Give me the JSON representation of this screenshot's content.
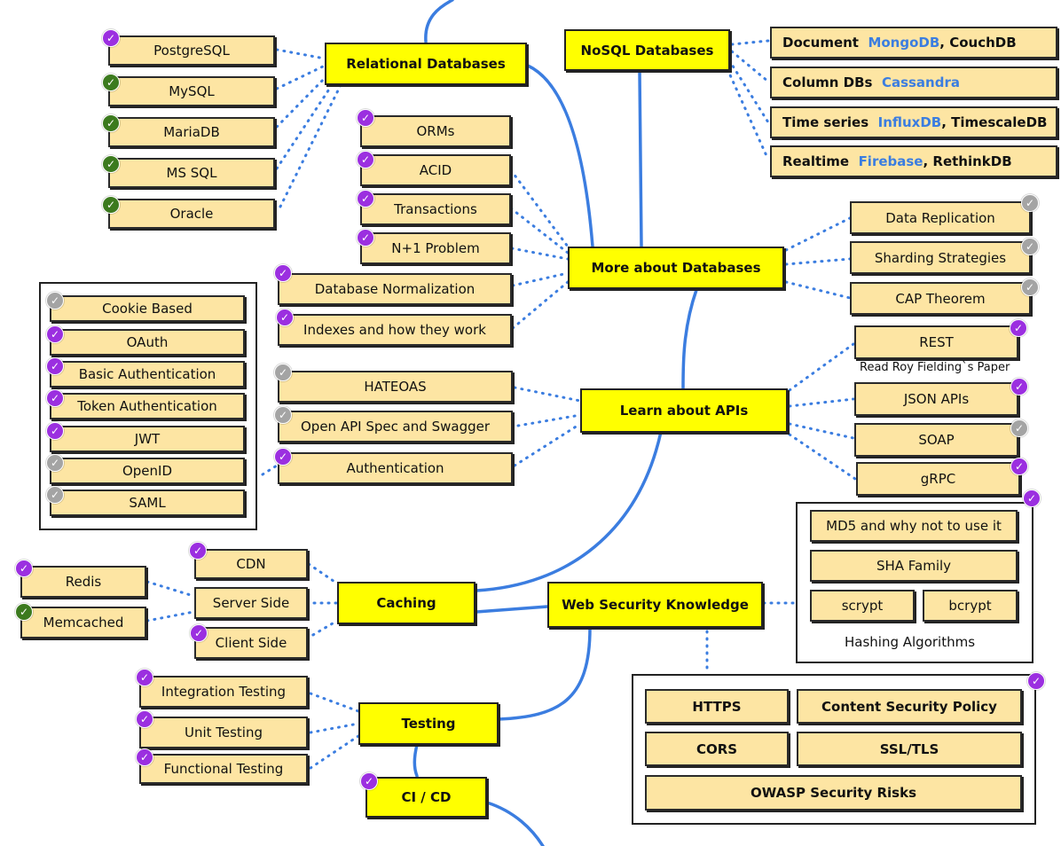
{
  "colors": {
    "topic_fill": "#ffff00",
    "leaf_fill": "#fde5a3",
    "connector_blue": "#3b7de0",
    "done": "#9b2fe0",
    "personal": "#3c7a1e",
    "alternative": "#a4a4a4"
  },
  "topics": {
    "relational": "Relational Databases",
    "nosql": "NoSQL Databases",
    "more_db": "More about Databases",
    "apis": "Learn about APIs",
    "caching": "Caching",
    "websec": "Web Security Knowledge",
    "testing": "Testing",
    "cicd": "CI / CD"
  },
  "relational_dbs": [
    "PostgreSQL",
    "MySQL",
    "MariaDB",
    "MS SQL",
    "Oracle"
  ],
  "nosql": [
    {
      "label": "Document",
      "links": "MongoDB",
      "rest": ", CouchDB"
    },
    {
      "label": "Column DBs",
      "links": "Cassandra",
      "rest": ""
    },
    {
      "label": "Time series",
      "links": "InfluxDB",
      "rest": ", TimescaleDB"
    },
    {
      "label": "Realtime",
      "links": "Firebase",
      "rest": ", RethinkDB"
    }
  ],
  "more_db_left": [
    "ORMs",
    "ACID",
    "Transactions",
    "N+1 Problem",
    "Database Normalization",
    "Indexes and how they work"
  ],
  "more_db_right": [
    "Data Replication",
    "Sharding Strategies",
    "CAP Theorem"
  ],
  "auth_list": [
    "Cookie Based",
    "OAuth",
    "Basic Authentication",
    "Token Authentication",
    "JWT",
    "OpenID",
    "SAML"
  ],
  "apis_left": [
    "HATEOAS",
    "Open API Spec and Swagger",
    "Authentication"
  ],
  "apis_right": [
    "REST",
    "JSON APIs",
    "SOAP",
    "gRPC"
  ],
  "rest_note": "Read Roy Fielding`s Paper",
  "cache_types": [
    "CDN",
    "Server Side",
    "Client Side"
  ],
  "cache_servers": [
    "Redis",
    "Memcached"
  ],
  "hashing": {
    "items": [
      "MD5 and why not to use it",
      "SHA Family",
      "scrypt",
      "bcrypt"
    ],
    "caption": "Hashing Algorithms"
  },
  "security_items": [
    "HTTPS",
    "Content Security Policy",
    "CORS",
    "SSL/TLS",
    "OWASP Security Risks"
  ],
  "testing_items": [
    "Integration Testing",
    "Unit Testing",
    "Functional Testing"
  ]
}
